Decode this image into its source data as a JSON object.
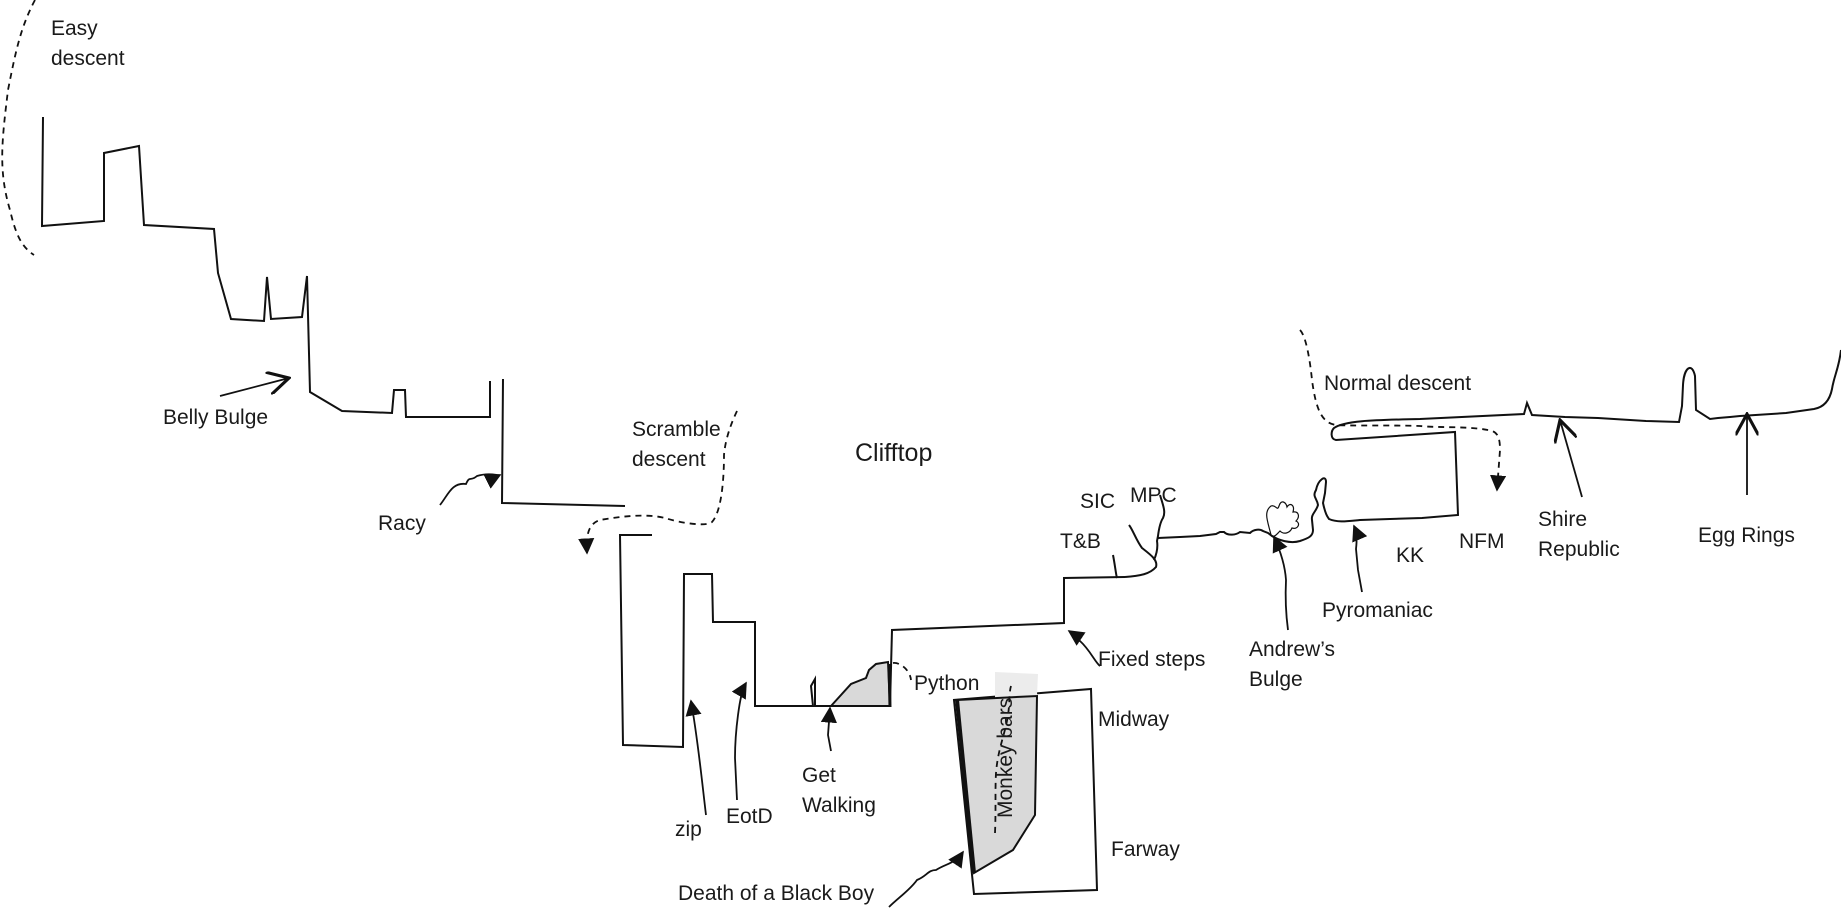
{
  "labels": {
    "easy_descent": [
      "Easy",
      "descent"
    ],
    "belly_bulge": "Belly Bulge",
    "racy": "Racy",
    "scramble_descent": [
      "Scramble",
      "descent"
    ],
    "clifftop": "Clifftop",
    "zip": "zip",
    "eotd": "EotD",
    "get_walking": [
      "Get",
      "Walking"
    ],
    "python": "Python",
    "monkey_bars": "Monkey bars",
    "midway": "Midway",
    "farway": "Farway",
    "death_of_a_black_boy": "Death of a Black Boy",
    "fixed_steps": "Fixed steps",
    "tb": "T&B",
    "sic": "SIC",
    "mpc": "MPC",
    "andrews_bulge": [
      "Andrew’s",
      "Bulge"
    ],
    "pyromaniac": "Pyromaniac",
    "kk": "KK",
    "nfm": "NFM",
    "normal_descent": "Normal descent",
    "shire_republic": [
      "Shire",
      "Republic"
    ],
    "egg_rings": "Egg Rings"
  },
  "colors": {
    "line": "#111111",
    "shade": "#d9d9d9",
    "shade_light": "#ececec"
  }
}
